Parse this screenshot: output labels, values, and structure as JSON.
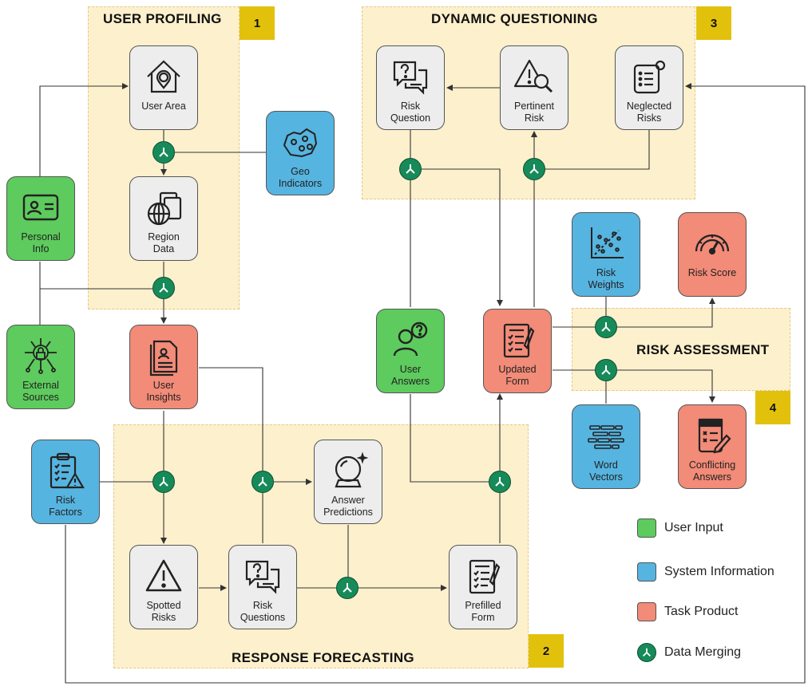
{
  "regions": {
    "user_profiling": {
      "title": "USER PROFILING",
      "badge": "1"
    },
    "response_forecasting": {
      "title": "RESPONSE FORECASTING",
      "badge": "2"
    },
    "dynamic_questioning": {
      "title": "DYNAMIC QUESTIONING",
      "badge": "3"
    },
    "risk_assessment": {
      "title": "RISK ASSESSMENT",
      "badge": "4"
    }
  },
  "nodes": {
    "user_area": {
      "label": "User Area",
      "icon": "house-location-icon",
      "color": "#ededed"
    },
    "region_data": {
      "label": "Region\nData",
      "icon": "globe-documents-icon",
      "color": "#ededed"
    },
    "geo_indicators": {
      "label": "Geo\nIndicators",
      "icon": "map-pins-icon",
      "color": "#56b4e0"
    },
    "personal_info": {
      "label": "Personal\nInfo",
      "icon": "id-card-icon",
      "color": "#5dcb5d"
    },
    "external_sources": {
      "label": "External\nSources",
      "icon": "network-lock-icon",
      "color": "#5dcb5d"
    },
    "user_insights": {
      "label": "User\nInsights",
      "icon": "profile-document-icon",
      "color": "#f28b78"
    },
    "risk_factors": {
      "label": "Risk\nFactors",
      "icon": "clipboard-warning-icon",
      "color": "#56b4e0"
    },
    "spotted_risks": {
      "label": "Spotted\nRisks",
      "icon": "warning-triangle-icon",
      "color": "#ededed"
    },
    "risk_questions": {
      "label": "Risk\nQuestions",
      "icon": "question-chat-icon",
      "color": "#ededed"
    },
    "answer_predictions": {
      "label": "Answer\nPredictions",
      "icon": "crystal-ball-icon",
      "color": "#ededed"
    },
    "prefilled_form": {
      "label": "Prefilled\nForm",
      "icon": "checklist-form-icon",
      "color": "#ededed"
    },
    "risk_question": {
      "label": "Risk\nQuestion",
      "icon": "question-chat-icon",
      "color": "#ededed"
    },
    "pertinent_risk": {
      "label": "Pertinent\nRisk",
      "icon": "warning-magnifier-icon",
      "color": "#ededed"
    },
    "neglected_risks": {
      "label": "Neglected\nRisks",
      "icon": "list-notification-icon",
      "color": "#ededed"
    },
    "user_answers": {
      "label": "User\nAnswers",
      "icon": "user-question-icon",
      "color": "#5dcb5d"
    },
    "updated_form": {
      "label": "Updated\nForm",
      "icon": "checklist-form-icon",
      "color": "#f28b78"
    },
    "risk_weights": {
      "label": "Risk\nWeights",
      "icon": "scatter-plot-icon",
      "color": "#56b4e0"
    },
    "risk_score": {
      "label": "Risk Score",
      "icon": "gauge-icon",
      "color": "#f28b78"
    },
    "word_vectors": {
      "label": "Word\nVectors",
      "icon": "word-vectors-icon",
      "color": "#56b4e0"
    },
    "conflicting_answers": {
      "label": "Conflicting\nAnswers",
      "icon": "checklist-pen-icon",
      "color": "#f28b78"
    }
  },
  "legend": [
    {
      "label": "User Input",
      "color": "#5dcb5d"
    },
    {
      "label": "System Information",
      "color": "#56b4e0"
    },
    {
      "label": "Task Product",
      "color": "#f28b78"
    },
    {
      "label": "Data Merging",
      "icon": "merge-icon",
      "color": "#178a5a"
    }
  ]
}
